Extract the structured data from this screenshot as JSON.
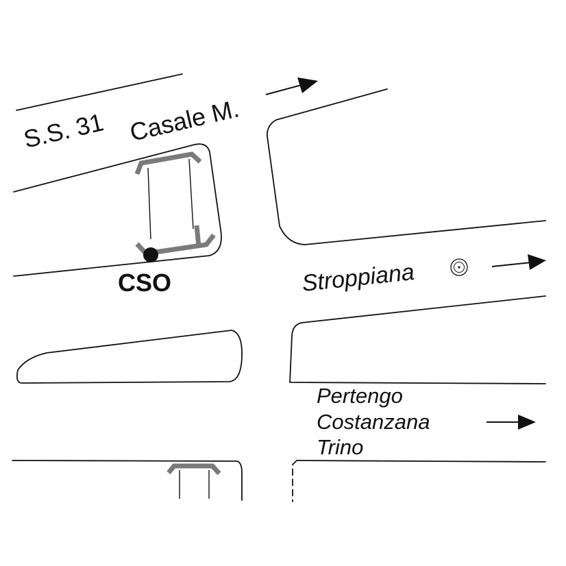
{
  "labels": {
    "road_number": "S.S. 31",
    "road_to": "Casale M.",
    "station": "CSO",
    "dest_east": "Stroppiana",
    "dest_south_1": "Pertengo",
    "dest_south_2": "Costanzana",
    "dest_south_3": "Trino"
  },
  "colors": {
    "line": "#111111",
    "bridge": "#7a7a7a",
    "background": "#ffffff"
  },
  "icons": {
    "station_marker": "filled-circle",
    "landmark": "concentric-circles",
    "direction": "arrow-right"
  }
}
